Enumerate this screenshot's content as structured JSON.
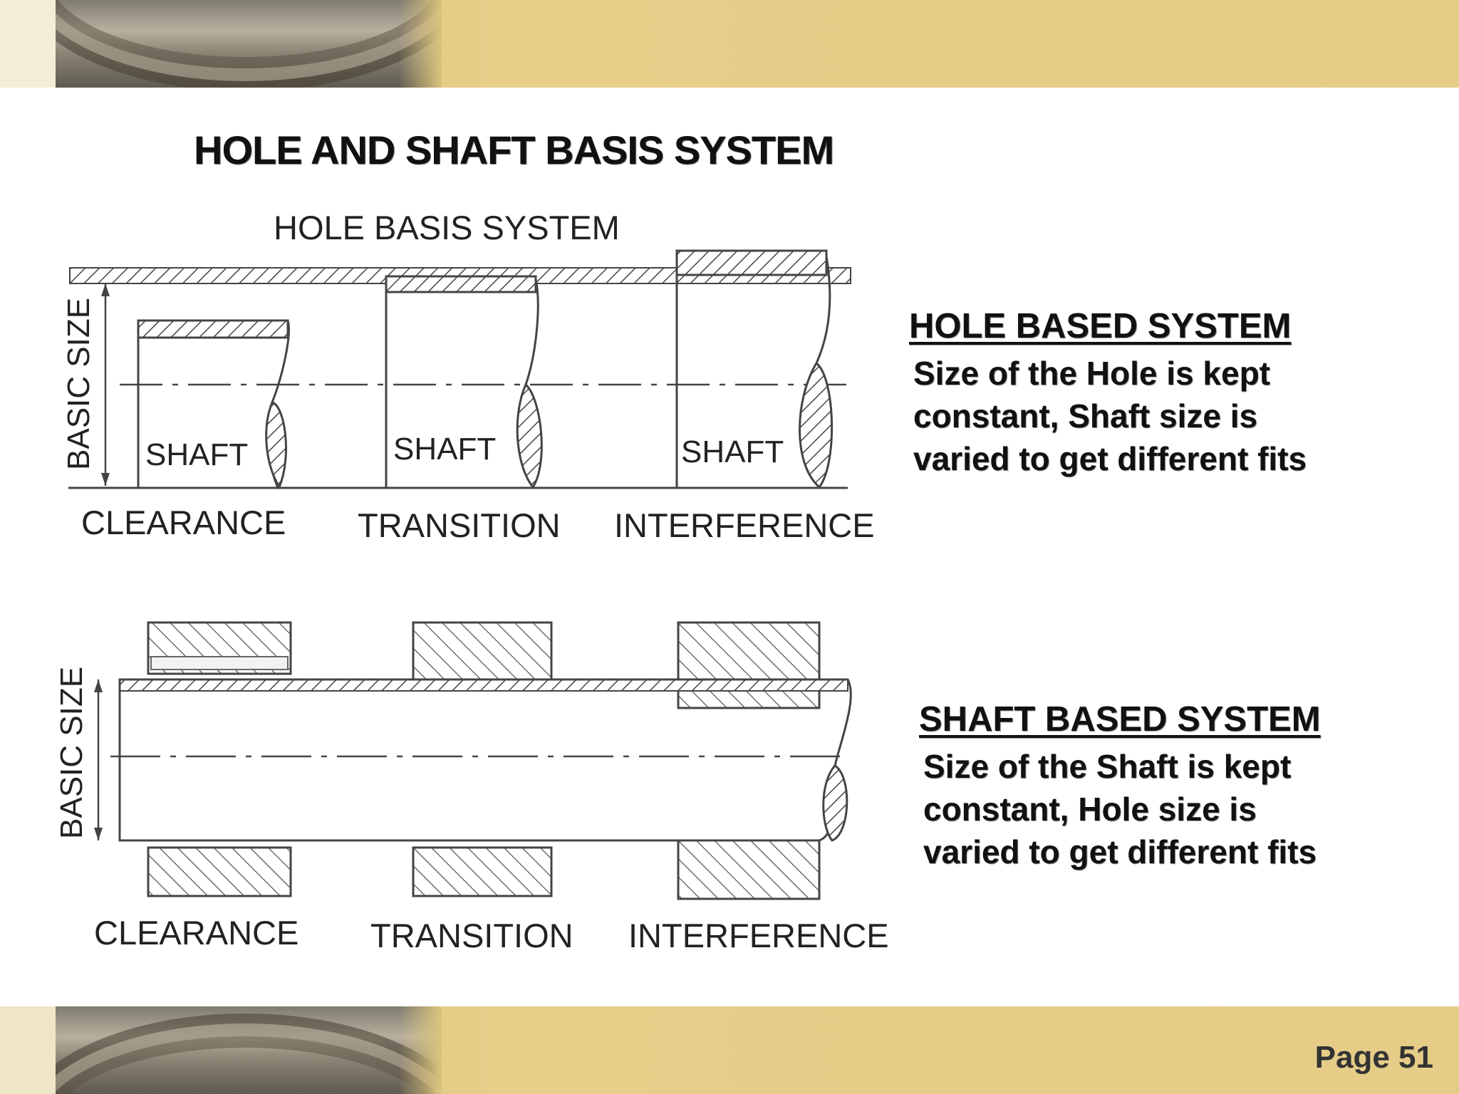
{
  "slide": {
    "title": "HOLE AND SHAFT BASIS SYSTEM",
    "page_label": "Page 51"
  },
  "hole_diagram": {
    "heading": "HOLE BASIS SYSTEM",
    "dimension_label": "BASIC SIZE",
    "shaft_label": "SHAFT",
    "fits": [
      "CLEARANCE",
      "TRANSITION",
      "INTERFERENCE"
    ]
  },
  "shaft_diagram": {
    "dimension_label": "BASIC SIZE",
    "fits": [
      "CLEARANCE",
      "TRANSITION",
      "INTERFERENCE"
    ]
  },
  "hole_based": {
    "heading": "HOLE BASED SYSTEM",
    "lines": [
      "Size of the Hole is kept",
      "constant, Shaft size is",
      "varied to get different fits"
    ]
  },
  "shaft_based": {
    "heading": "SHAFT BASED SYSTEM",
    "lines": [
      "Size of the Shaft is kept",
      "constant, Hole size is",
      "varied to get different fits"
    ]
  },
  "colors": {
    "band": "#e5cd88",
    "line": "#444444",
    "text": "#111111"
  }
}
